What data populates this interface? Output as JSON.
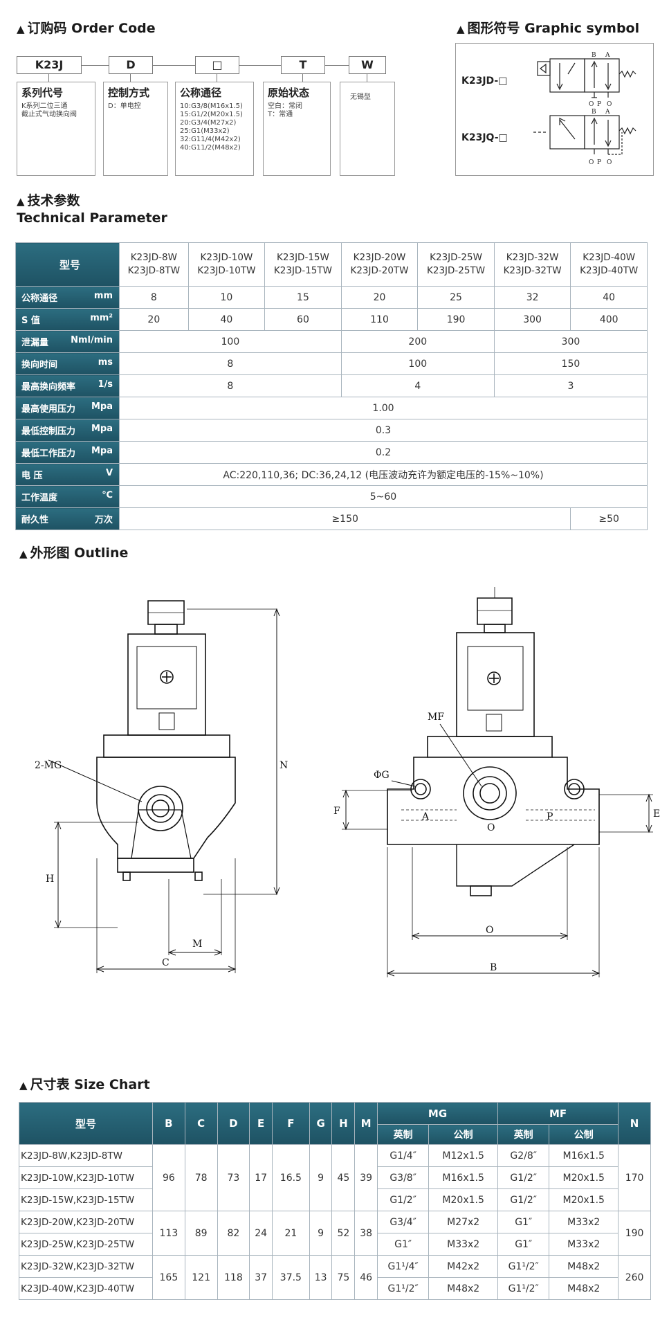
{
  "order_code": {
    "title": "订购码   Order Code",
    "boxes": [
      "K23J",
      "D",
      "□",
      "T",
      "W"
    ],
    "panels": [
      {
        "head": "系列代号",
        "body": "K系列二位三通\n截止式气动换向阀"
      },
      {
        "head": "控制方式",
        "body": "D：单电控"
      },
      {
        "head": "公称通径",
        "body": "10:G3/8(M16x1.5)\n15:G1/2(M20x1.5)\n20:G3/4(M27x2)\n25:G1(M33x2)\n32:G11/4(M42x2)\n40:G11/2(M48x2)"
      },
      {
        "head": "原始状态",
        "body": "空白：常闭\nT：常通"
      },
      {
        "head": "",
        "body": "无锡型"
      }
    ]
  },
  "graphic_symbol": {
    "title": "图形符号  Graphic symbol",
    "labels": [
      "K23JD-□",
      "K23JQ-□"
    ],
    "port_letters": {
      "b": "B",
      "a": "A",
      "o": "O",
      "p": "P"
    }
  },
  "tech": {
    "title_cn": "技术参数",
    "title_en": "Technical Parameter",
    "header_label": "型号",
    "models": [
      [
        "K23JD-8W",
        "K23JD-8TW"
      ],
      [
        "K23JD-10W",
        "K23JD-10TW"
      ],
      [
        "K23JD-15W",
        "K23JD-15TW"
      ],
      [
        "K23JD-20W",
        "K23JD-20TW"
      ],
      [
        "K23JD-25W",
        "K23JD-25TW"
      ],
      [
        "K23JD-32W",
        "K23JD-32TW"
      ],
      [
        "K23JD-40W",
        "K23JD-40TW"
      ]
    ],
    "rows": [
      {
        "name": "公称通径",
        "unit": "mm",
        "cells": [
          "8",
          "10",
          "15",
          "20",
          "25",
          "32",
          "40"
        ]
      },
      {
        "name": "S  值",
        "unit": "mm²",
        "cells": [
          "20",
          "40",
          "60",
          "110",
          "190",
          "300",
          "400"
        ]
      },
      {
        "name": "泄漏量",
        "unit": "Nml/min",
        "cells": [
          "100",
          "200",
          "300"
        ]
      },
      {
        "name": "换向时间",
        "unit": "ms",
        "cells": [
          "8",
          "100",
          "150"
        ]
      },
      {
        "name": "最高换向频率",
        "unit": "1/s",
        "cells": [
          "8",
          "4",
          "3"
        ]
      },
      {
        "name": "最高使用压力",
        "unit": "Mpa",
        "cells": [
          "1.00"
        ]
      },
      {
        "name": "最低控制压力",
        "unit": "Mpa",
        "cells": [
          "0.3"
        ]
      },
      {
        "name": "最低工作压力",
        "unit": "Mpa",
        "cells": [
          "0.2"
        ]
      },
      {
        "name": "电    压",
        "unit": "V",
        "cells": [
          "AC:220,110,36; DC:36,24,12 (电压波动充许为额定电压的-15%~10%)"
        ]
      },
      {
        "name": "工作温度",
        "unit": "℃",
        "cells": [
          "5~60"
        ]
      },
      {
        "name": "耐久性",
        "unit": "万次",
        "cells": [
          "≥150",
          "≥50"
        ]
      }
    ]
  },
  "outline": {
    "title": "外形图  Outline",
    "labels": {
      "mg": "2-MG",
      "n": "N",
      "h": "H",
      "m": "M",
      "c": "C",
      "mf": "MF",
      "phig": "ΦG",
      "f": "F",
      "e": "E",
      "a": "A",
      "o": "O",
      "p": "P",
      "o2": "O",
      "b": "B"
    }
  },
  "size_chart": {
    "title": "尺寸表  Size Chart",
    "headers": [
      "型号",
      "B",
      "C",
      "D",
      "E",
      "F",
      "G",
      "H",
      "M",
      "MG",
      "MF",
      "N"
    ],
    "sub_headers": [
      "英制",
      "公制",
      "英制",
      "公制"
    ],
    "groups": [
      {
        "models": [
          "K23JD-8W,K23JD-8TW",
          "K23JD-10W,K23JD-10TW",
          "K23JD-15W,K23JD-15TW"
        ],
        "dims": [
          "96",
          "78",
          "73",
          "17",
          "16.5",
          "9",
          "45",
          "39"
        ],
        "n": "170",
        "threads": [
          [
            "G1/4″",
            "M12x1.5",
            "G2/8″",
            "M16x1.5"
          ],
          [
            "G3/8″",
            "M16x1.5",
            "G1/2″",
            "M20x1.5"
          ],
          [
            "G1/2″",
            "M20x1.5",
            "G1/2″",
            "M20x1.5"
          ]
        ]
      },
      {
        "models": [
          "K23JD-20W,K23JD-20TW",
          "K23JD-25W,K23JD-25TW"
        ],
        "dims": [
          "113",
          "89",
          "82",
          "24",
          "21",
          "9",
          "52",
          "38"
        ],
        "n": "190",
        "threads": [
          [
            "G3/4″",
            "M27x2",
            "G1″",
            "M33x2"
          ],
          [
            "G1″",
            "M33x2",
            "G1″",
            "M33x2"
          ]
        ]
      },
      {
        "models": [
          "K23JD-32W,K23JD-32TW",
          "K23JD-40W,K23JD-40TW"
        ],
        "dims": [
          "165",
          "121",
          "118",
          "37",
          "37.5",
          "13",
          "75",
          "46"
        ],
        "n": "260",
        "threads": [
          [
            "G1¹/4″",
            "M42x2",
            "G1¹/2″",
            "M48x2"
          ],
          [
            "G1¹/2″",
            "M48x2",
            "G1¹/2″",
            "M48x2"
          ]
        ]
      }
    ]
  }
}
